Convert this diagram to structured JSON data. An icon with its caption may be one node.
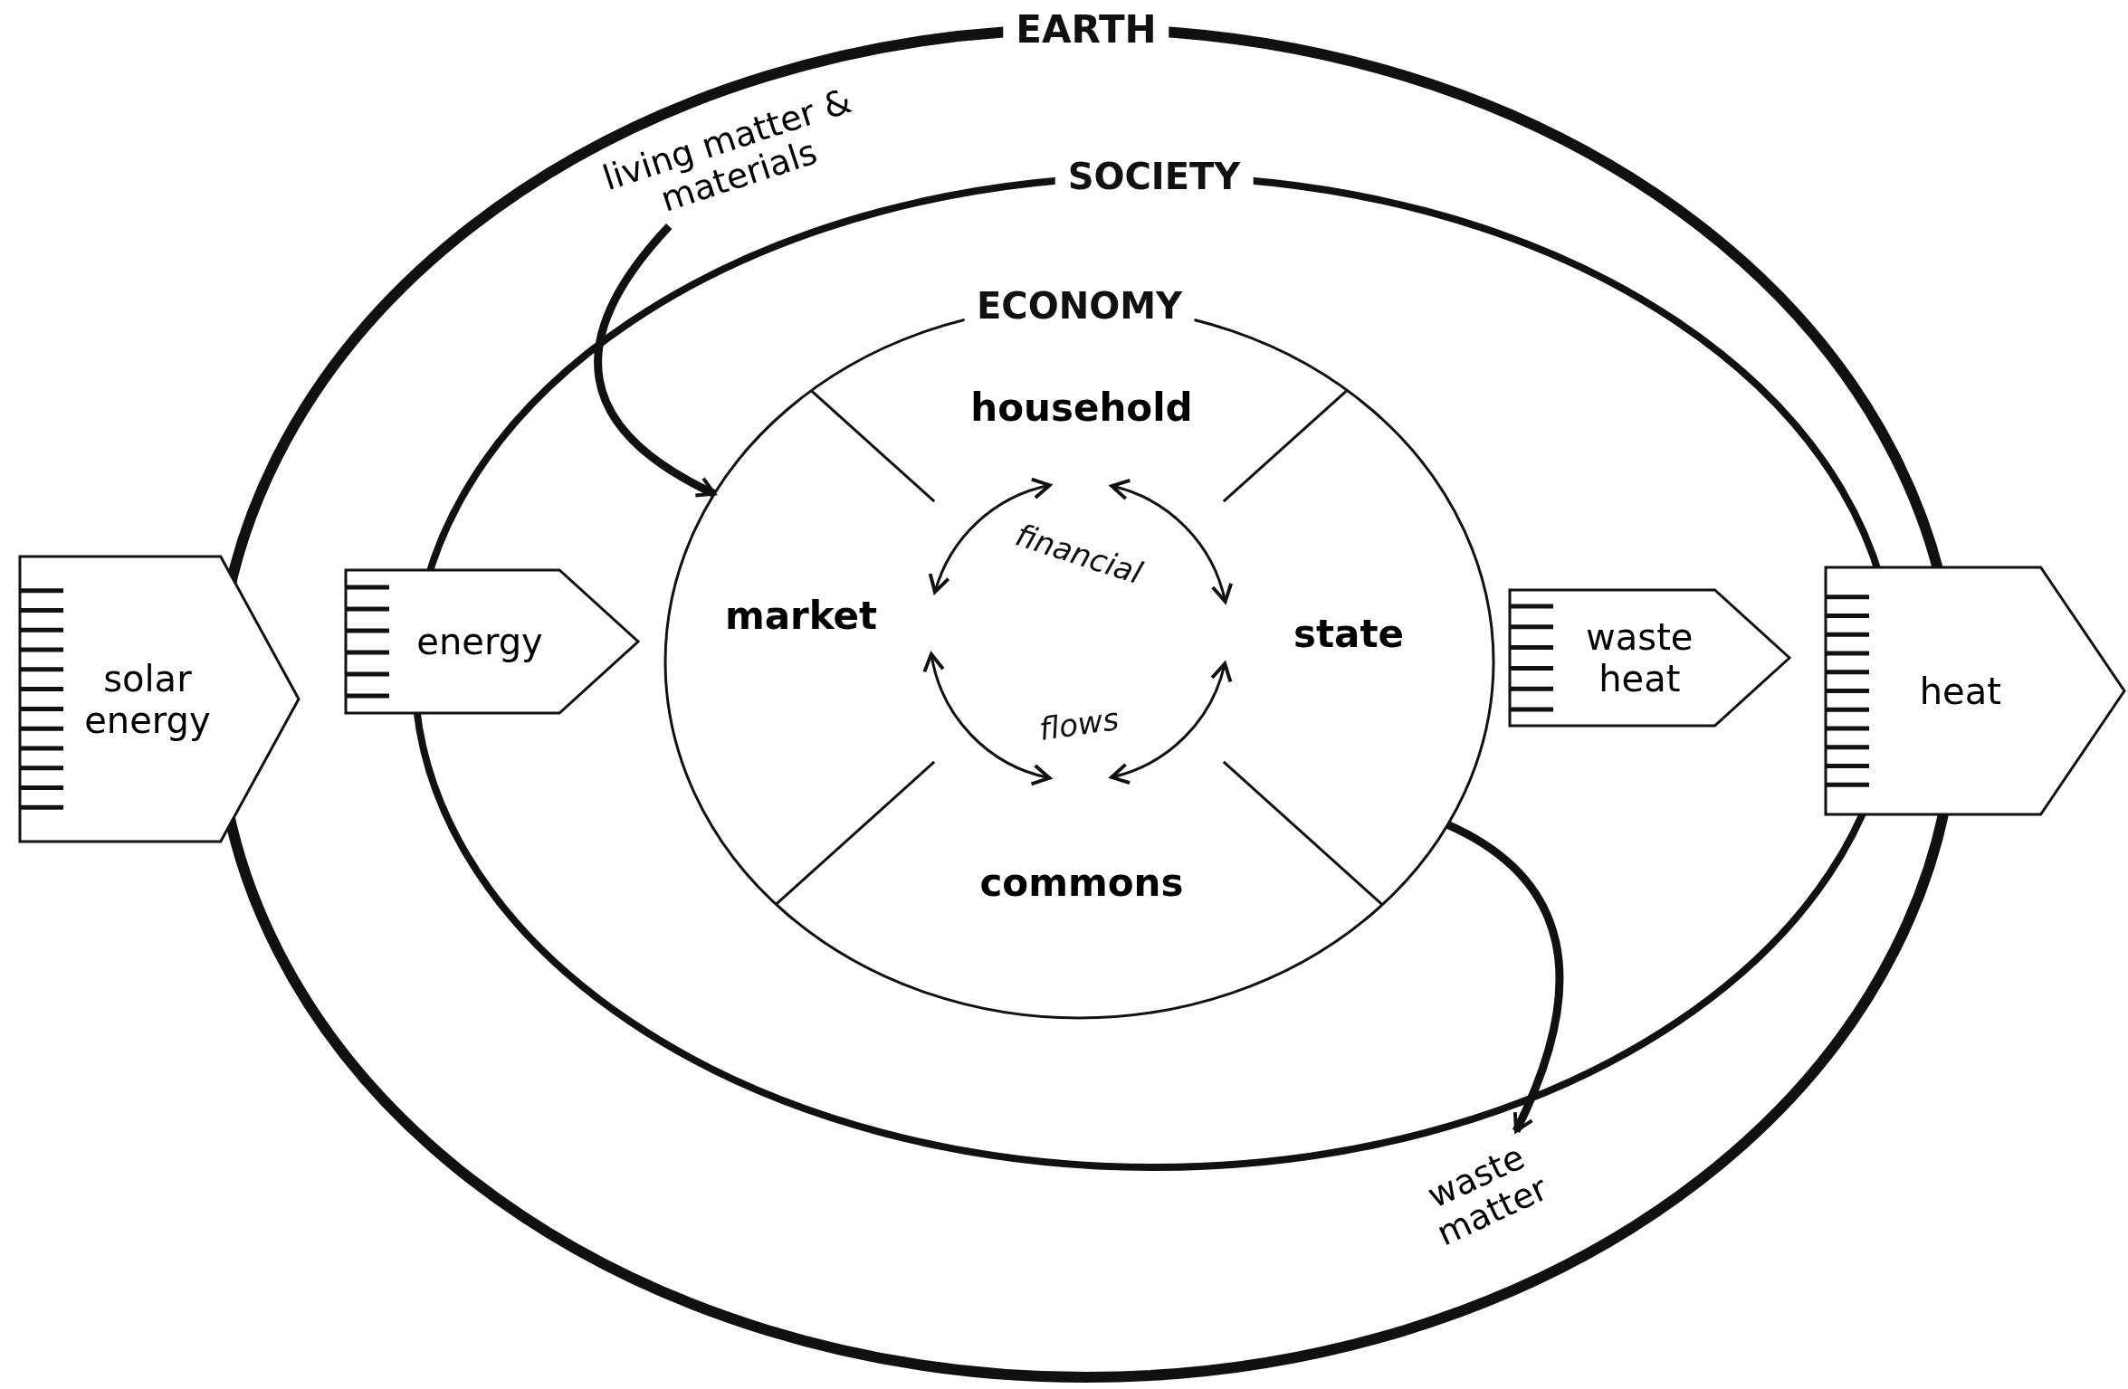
{
  "diagram": {
    "nodes": [
      {
        "text": [
          "EARTH"
        ]
      },
      {
        "text": [
          "SOCIETY"
        ],
        "in": 0
      },
      {
        "text": [
          "ECONOMY"
        ],
        "in": 1
      },
      {
        "text": [
          "household"
        ],
        "in": 2
      },
      {
        "text": [
          "market"
        ],
        "in": 2
      },
      {
        "text": [
          "state"
        ],
        "in": 2
      },
      {
        "text": [
          "commons"
        ],
        "in": 2
      },
      {
        "text": [
          "solar energy"
        ]
      },
      {
        "text": [
          "energy"
        ],
        "in": 0
      },
      {
        "text": [
          "waste heat"
        ],
        "in": 1
      },
      {
        "text": [
          "heat"
        ]
      },
      {
        "text": [
          "living matter & materials"
        ],
        "in": 0
      },
      {
        "text": [
          "waste matter"
        ],
        "in": 0
      }
    ],
    "edges": [
      {
        "from": 3,
        "to": 4,
        "arrow": "both"
      },
      {
        "from": 3,
        "to": 5,
        "arrow": "both"
      },
      {
        "from": 4,
        "to": 6,
        "arrow": "both"
      },
      {
        "from": 5,
        "to": 6,
        "arrow": "both"
      },
      {
        "from": 11,
        "to": 2,
        "arrow": "to",
        "style": "thick"
      },
      {
        "from": 2,
        "to": 12,
        "arrow": "to",
        "style": "thick"
      }
    ],
    "labels": [
      "financial",
      "flows"
    ]
  }
}
